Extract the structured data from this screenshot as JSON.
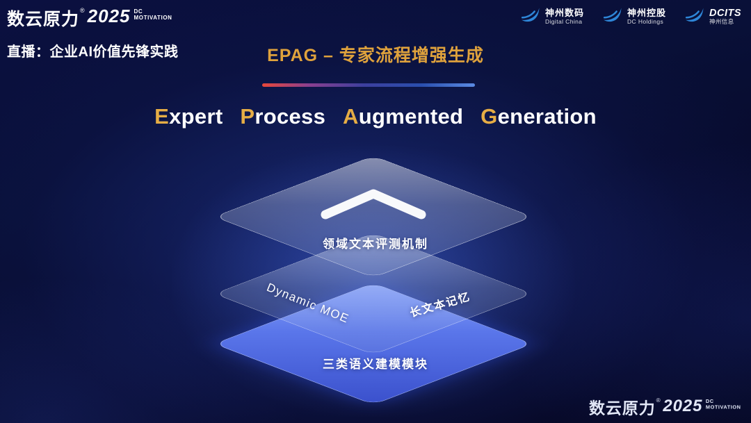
{
  "brand": {
    "name": "数云原力",
    "reg": "®",
    "year": "2025",
    "sub_line1": "DC",
    "sub_line2": "MOTIVATION"
  },
  "header": {
    "live_label": "直播：企业AI价值先锋实践",
    "slide_title": "EPAG – 专家流程增强生成"
  },
  "partners": [
    {
      "name": "神州数码",
      "sub": "Digital China"
    },
    {
      "name": "神州控股",
      "sub": "DC Holdings"
    },
    {
      "name": "DCITS",
      "sub": "神州信息"
    }
  ],
  "headline": {
    "words": [
      {
        "initial": "E",
        "rest": "xpert"
      },
      {
        "initial": "P",
        "rest": "rocess"
      },
      {
        "initial": "A",
        "rest": "ugmented"
      },
      {
        "initial": "G",
        "rest": "eneration"
      }
    ]
  },
  "stack": {
    "top_label": "领域文本评测机制",
    "middle_left_label": "Dynamic MOE",
    "middle_right_label": "长文本记忆",
    "bottom_label": "三类语义建模模块"
  },
  "colors": {
    "background_navy": "#070a2e",
    "accent_gold": "#dfa23c",
    "headline_initial_gold": "#e6ad45",
    "logo_blue": "#2e86d8",
    "layer_blue": "#4a66e0",
    "divider_red": "#e8473a"
  }
}
